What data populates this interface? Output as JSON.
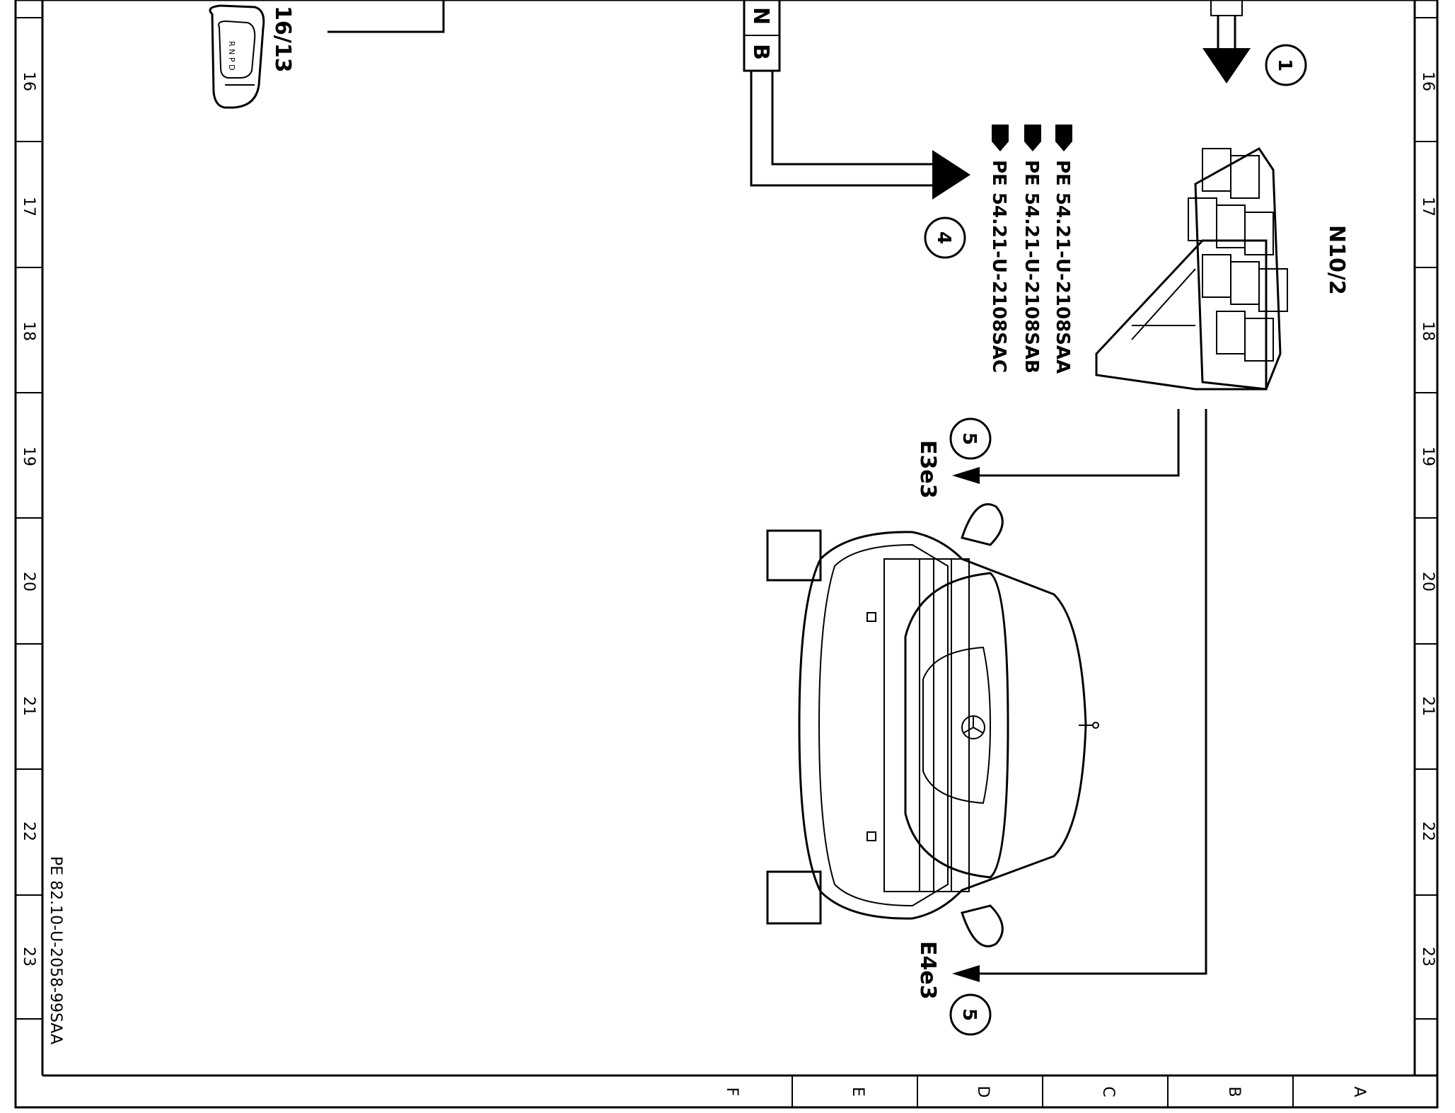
{
  "ruler": {
    "rows": [
      "16",
      "17",
      "18",
      "19",
      "20",
      "21",
      "22",
      "23"
    ],
    "cols": [
      "F",
      "E",
      "D",
      "C",
      "B",
      "A"
    ]
  },
  "labels": {
    "selector_ref": "16/13",
    "selector_letters": "R N P D",
    "connector": "N10/2",
    "wire_letter_n": "N",
    "wire_letter_b": "B",
    "car_left": "E3e3",
    "car_right": "E4e3",
    "document_number": "PE 82.10-U-2058-99SAA",
    "ref_list": [
      "PE 54.21-U-2108SAA",
      "PE 54.21-U-2108SAB",
      "PE 54.21-U-2108SAC"
    ],
    "ref_prefix_icon": "hand-pointer-icon"
  },
  "callouts": {
    "c1": "1",
    "c4": "4",
    "c5_upper": "5",
    "c5_lower": "5"
  }
}
